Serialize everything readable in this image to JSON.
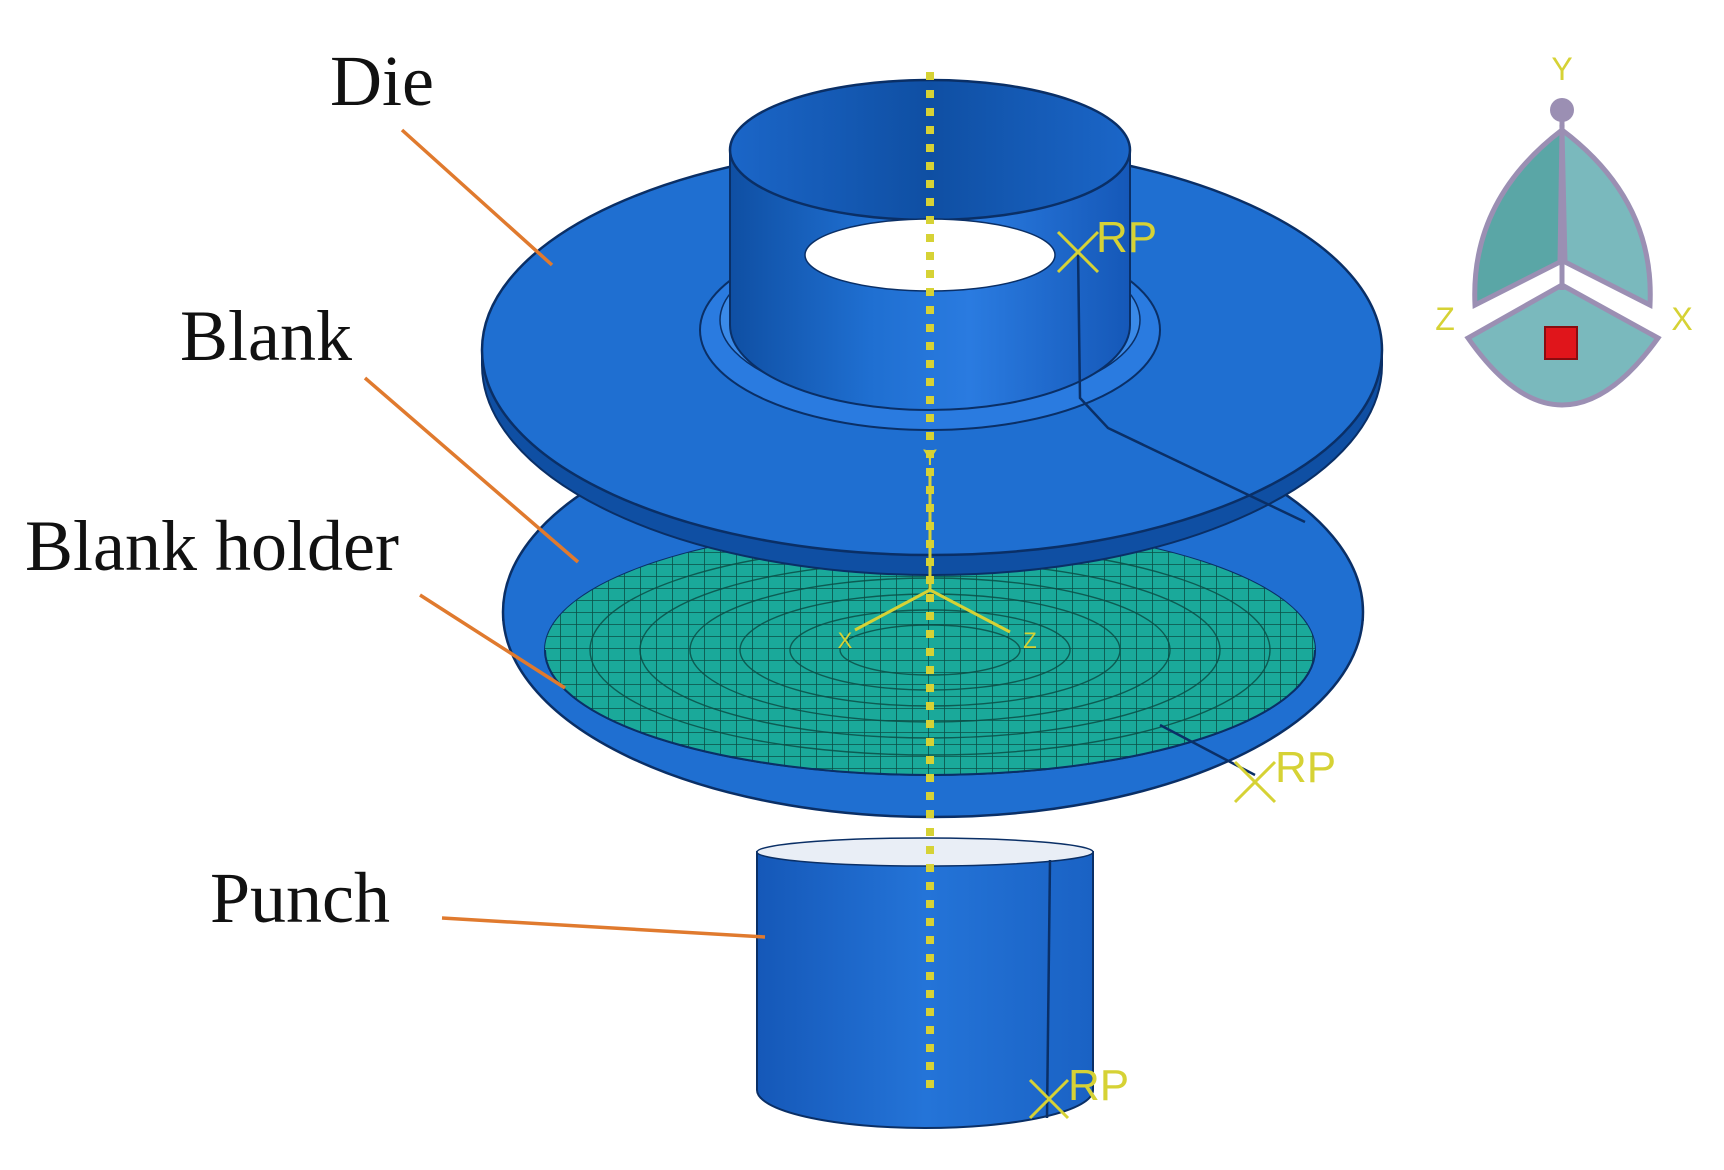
{
  "labels": {
    "die": "Die",
    "blank": "Blank",
    "blank_holder": "Blank holder",
    "punch": "Punch"
  },
  "reference_points": {
    "die_rp": "RP",
    "holder_rp": "RP",
    "punch_rp": "RP"
  },
  "view_triad": {
    "y": "Y",
    "z": "Z",
    "x": "X"
  },
  "csys": {
    "y": "Y",
    "x": "X",
    "z": "Z"
  },
  "colors": {
    "part_blue": "#1f6fd1",
    "part_blue_dark": "#0f4fa3",
    "mesh_green": "#1aa99a",
    "leader_orange": "#e07a2e",
    "axis_yellow": "#d6d235",
    "triad_teal": "#7ab9bd",
    "triad_outline": "#9b8fb3",
    "triad_red": "#e0151b"
  }
}
